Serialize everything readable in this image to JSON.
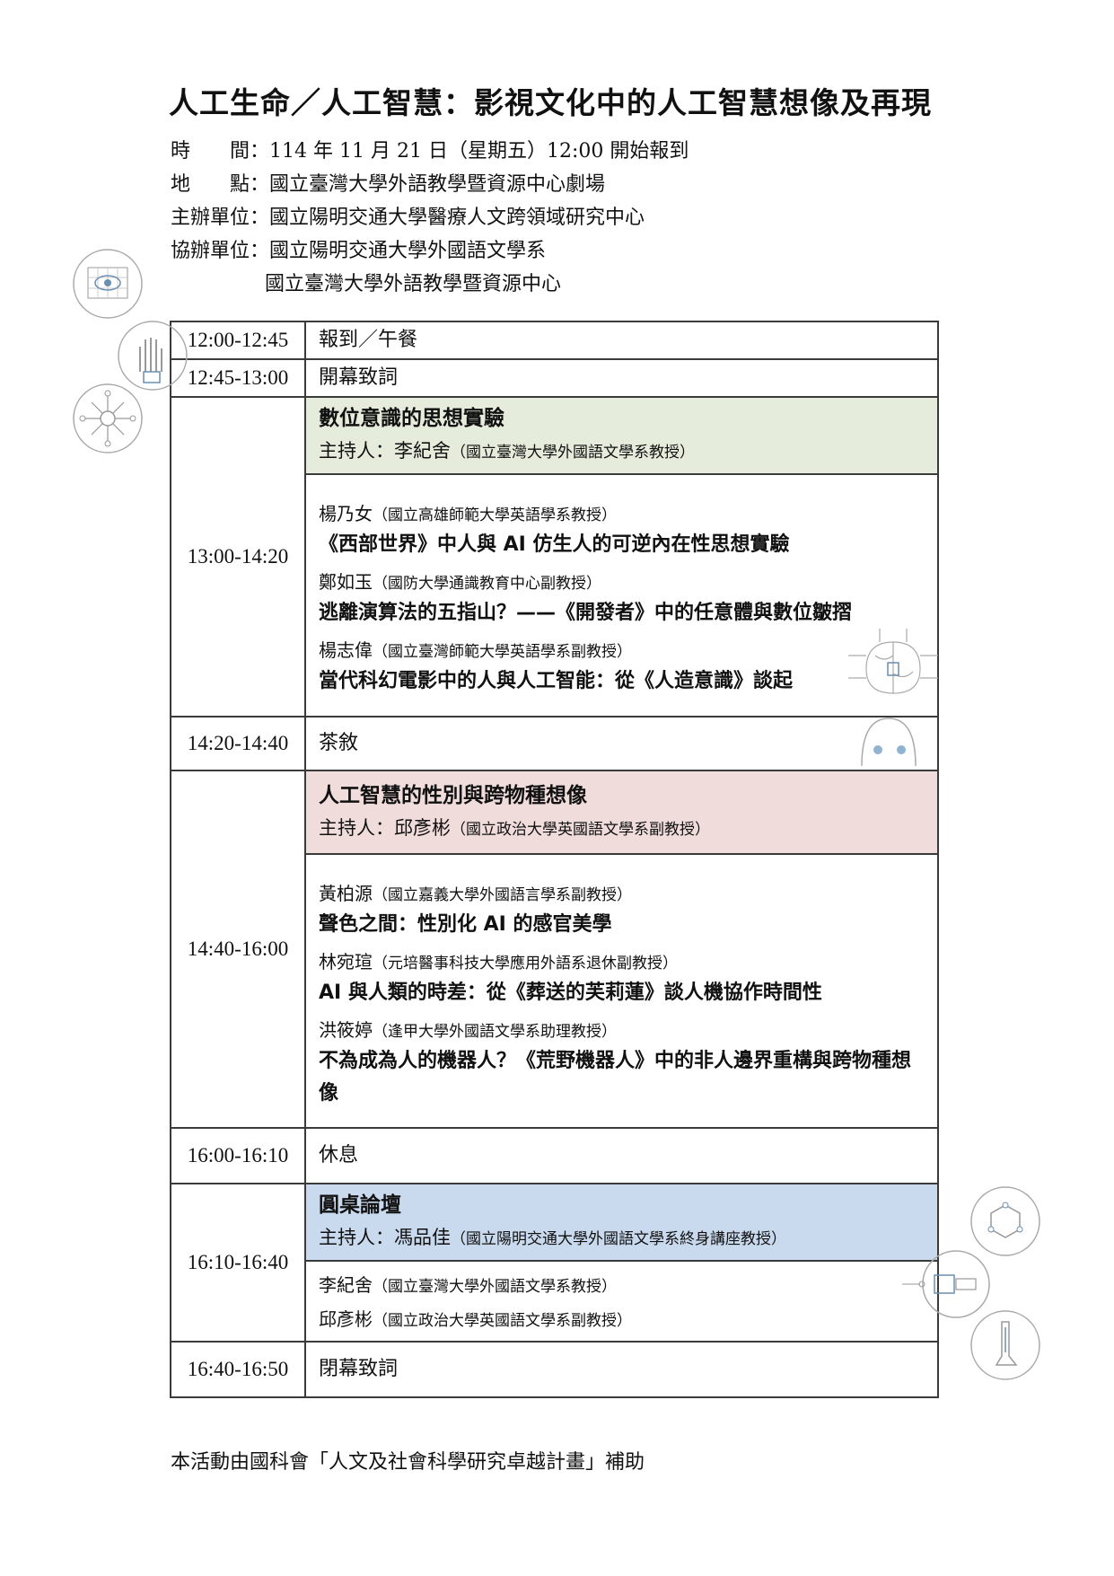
{
  "title": "人工生命／人工智慧：影視文化中的人工智慧想像及再現",
  "info": {
    "time_label": "時　　間：",
    "time_value": "114 年 11 月 21 日（星期五）12:00 開始報到",
    "place_label": "地　　點：",
    "place_value": "國立臺灣大學外語教學暨資源中心劇場",
    "host_label": "主辦單位：",
    "host_value": "國立陽明交通大學醫療人文跨領域研究中心",
    "cohost_label": "協辦單位：",
    "cohost_value_1": "國立陽明交通大學外國語文學系",
    "cohost_value_2": "國立臺灣大學外語教學暨資源中心"
  },
  "schedule": {
    "r1": {
      "time": "12:00-12:45",
      "text": "報到／午餐"
    },
    "r2": {
      "time": "12:45-13:00",
      "text": "開幕致詞"
    },
    "s1": {
      "time": "13:00-14:20",
      "title": "數位意識的思想實驗",
      "host_name": "主持人：李紀舍",
      "host_aff": "（國立臺灣大學外國語文學系教授）",
      "talks": [
        {
          "speaker": "楊乃女",
          "aff": "（國立高雄師範大學英語學系教授）",
          "title": "《西部世界》中人與 AI 仿生人的可逆內在性思想實驗"
        },
        {
          "speaker": "鄭如玉",
          "aff": "（國防大學通識教育中心副教授）",
          "title": "逃離演算法的五指山？——《開發者》中的任意體與數位皺摺"
        },
        {
          "speaker": "楊志偉",
          "aff": "（國立臺灣師範大學英語學系副教授）",
          "title": "當代科幻電影中的人與人工智能：從《人造意識》談起"
        }
      ]
    },
    "r3": {
      "time": "14:20-14:40",
      "text": "茶敘"
    },
    "s2": {
      "time": "14:40-16:00",
      "title": "人工智慧的性別與跨物種想像",
      "host_name": "主持人：邱彥彬",
      "host_aff": "（國立政治大學英國語文學系副教授）",
      "talks": [
        {
          "speaker": "黃柏源",
          "aff": "（國立嘉義大學外國語言學系副教授）",
          "title": "聲色之間：性別化 AI 的感官美學"
        },
        {
          "speaker": "林宛瑄",
          "aff": "（元培醫事科技大學應用外語系退休副教授）",
          "title": "AI 與人類的時差：從《葬送的芙莉蓮》談人機協作時間性"
        },
        {
          "speaker": "洪筱婷",
          "aff": "（逢甲大學外國語文學系助理教授）",
          "title": "不為成為人的機器人？《荒野機器人》中的非人邊界重構與跨物種想像"
        }
      ]
    },
    "r4": {
      "time": "16:00-16:10",
      "text": "休息"
    },
    "s3": {
      "time": "16:10-16:40",
      "title": "圓桌論壇",
      "host_name": "主持人：馮品佳",
      "host_aff": "（國立陽明交通大學外國語文學系終身講座教授）",
      "panel": [
        {
          "speaker": "李紀舍",
          "aff": "（國立臺灣大學外國語文學系教授）"
        },
        {
          "speaker": "邱彥彬",
          "aff": "（國立政治大學英國語文學系副教授）"
        }
      ]
    },
    "r5": {
      "time": "16:40-16:50",
      "text": "閉幕致詞"
    }
  },
  "footer": "本活動由國科會「人文及社會科學研究卓越計畫」補助"
}
